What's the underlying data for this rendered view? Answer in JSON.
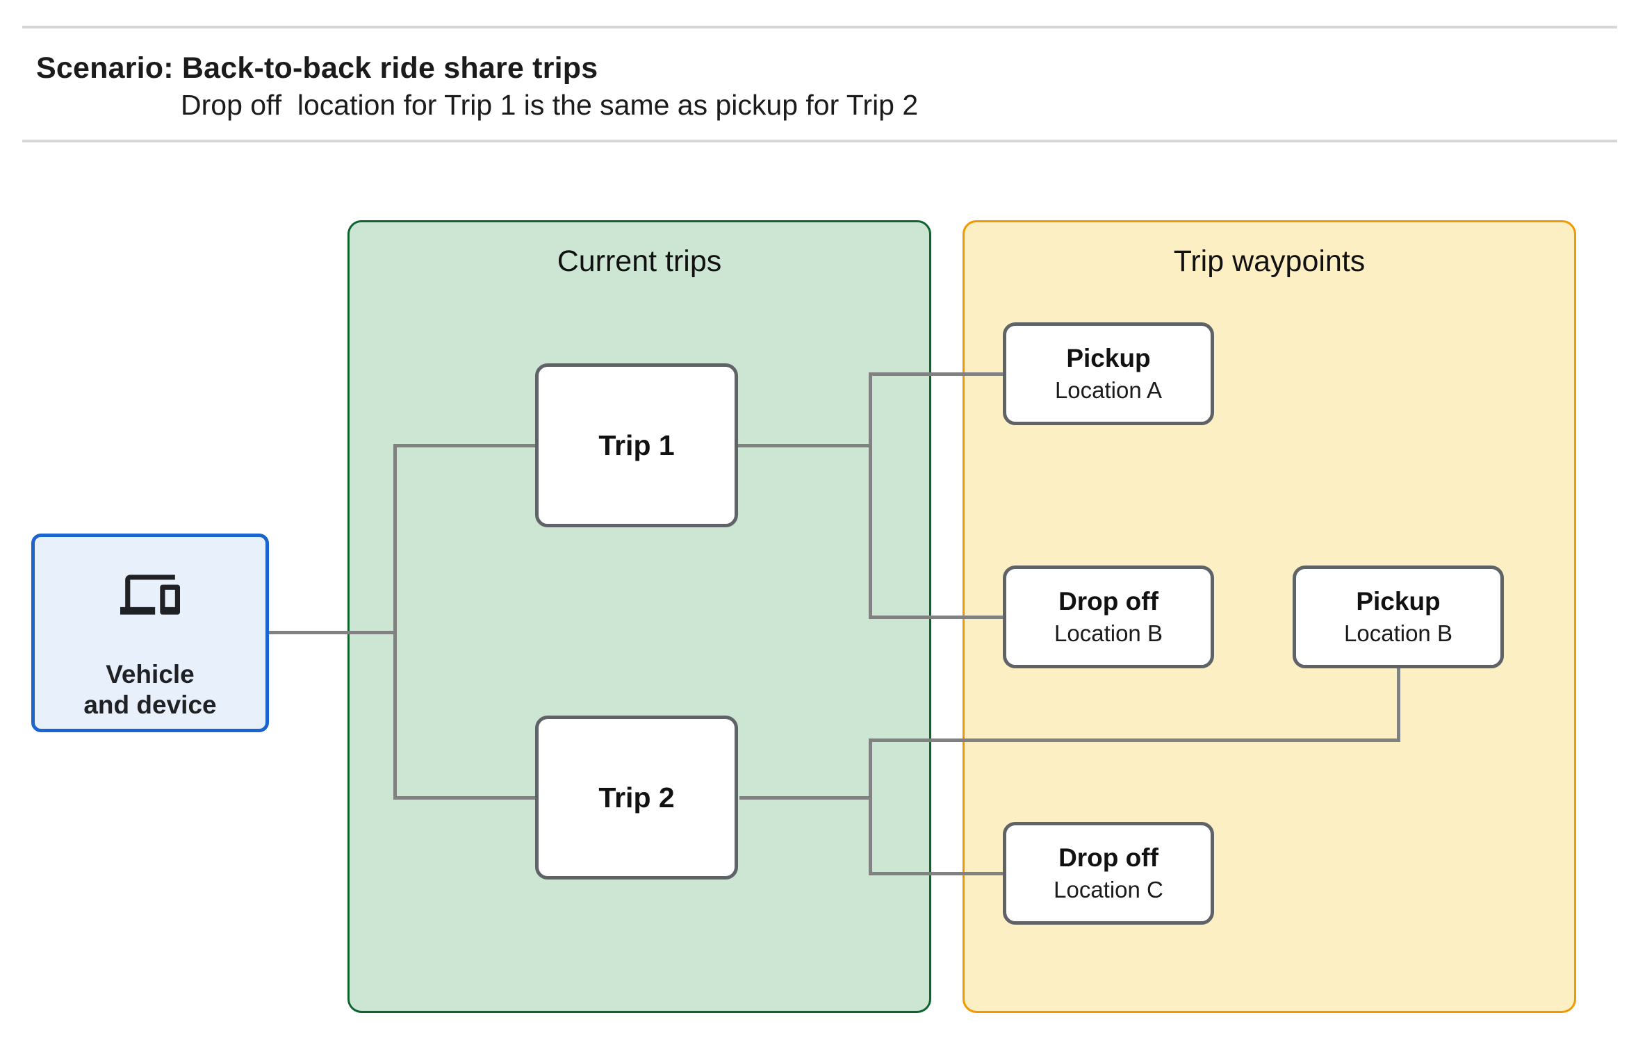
{
  "header": {
    "title": "Scenario: Back-to-back ride share trips",
    "subtitle": "Drop off  location for Trip 1 is the same as pickup for Trip 2"
  },
  "vehicle": {
    "icon": "devices-icon",
    "line1": "Vehicle",
    "line2": "and device"
  },
  "groups": {
    "current_trips": {
      "title": "Current trips"
    },
    "trip_waypoints": {
      "title": "Trip waypoints"
    }
  },
  "trips": {
    "trip1": {
      "label": "Trip 1"
    },
    "trip2": {
      "label": "Trip 2"
    }
  },
  "waypoints": {
    "pickup_a": {
      "type": "Pickup",
      "location": "Location A"
    },
    "dropoff_b": {
      "type": "Drop off",
      "location": "Location B"
    },
    "pickup_b": {
      "type": "Pickup",
      "location": "Location B"
    },
    "dropoff_c": {
      "type": "Drop off",
      "location": "Location C"
    }
  },
  "colors": {
    "current_trips_fill": "#cde6d3",
    "current_trips_border": "#0d652d",
    "trip_waypoints_fill": "#fcefc4",
    "trip_waypoints_border": "#f29900",
    "vehicle_fill": "#e8f0fc",
    "vehicle_border": "#1a64cf",
    "node_border": "#5f6368",
    "connector": "#7f8280",
    "divider": "#d6d6d6",
    "text": "#1b1b1b"
  }
}
